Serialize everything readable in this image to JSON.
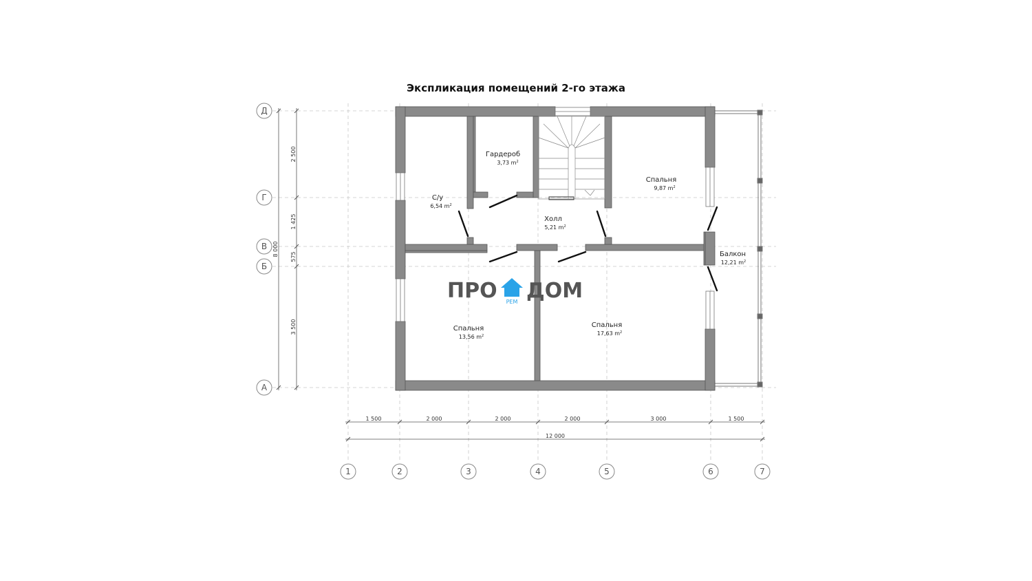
{
  "title": "Экспликация помещений 2-го этажа",
  "rooms": {
    "wardrobe": {
      "name": "Гардероб",
      "area": "3,73 m",
      "unit_sup": "2"
    },
    "bathroom": {
      "name": "С/у",
      "area": "6,54 m",
      "unit_sup": "2"
    },
    "hall": {
      "name": "Холл",
      "area": "5,21 m",
      "unit_sup": "2"
    },
    "bedroom_ne": {
      "name": "Спальня",
      "area": "9,87 m",
      "unit_sup": "2"
    },
    "bedroom_sw": {
      "name": "Спальня",
      "area": "13,56 m",
      "unit_sup": "2"
    },
    "bedroom_se": {
      "name": "Спальня",
      "area": "17,63 m",
      "unit_sup": "2"
    },
    "balcony": {
      "name": "Балкон",
      "area": "12,21 m",
      "unit_sup": "2"
    }
  },
  "axes": {
    "vertical": [
      "1",
      "2",
      "3",
      "4",
      "5",
      "6",
      "7"
    ],
    "horizontal": [
      "Д",
      "Г",
      "В",
      "Б",
      "А"
    ]
  },
  "dimensions": {
    "bottom_segments": [
      "1 500",
      "2 000",
      "2 000",
      "2 000",
      "3 000",
      "1 500"
    ],
    "bottom_total": "12 000",
    "left_segments": [
      "2 500",
      "1 425",
      "575",
      "3 500"
    ],
    "left_total": "8 000"
  },
  "logo": {
    "left": "ПРО",
    "right": "ДОМ",
    "sub": "РЕМ"
  },
  "colors": {
    "wall": "#8a8a8a",
    "wall_edge": "#555555",
    "grid": "#c8c8c8",
    "logo_blue": "#2aa3e8"
  }
}
